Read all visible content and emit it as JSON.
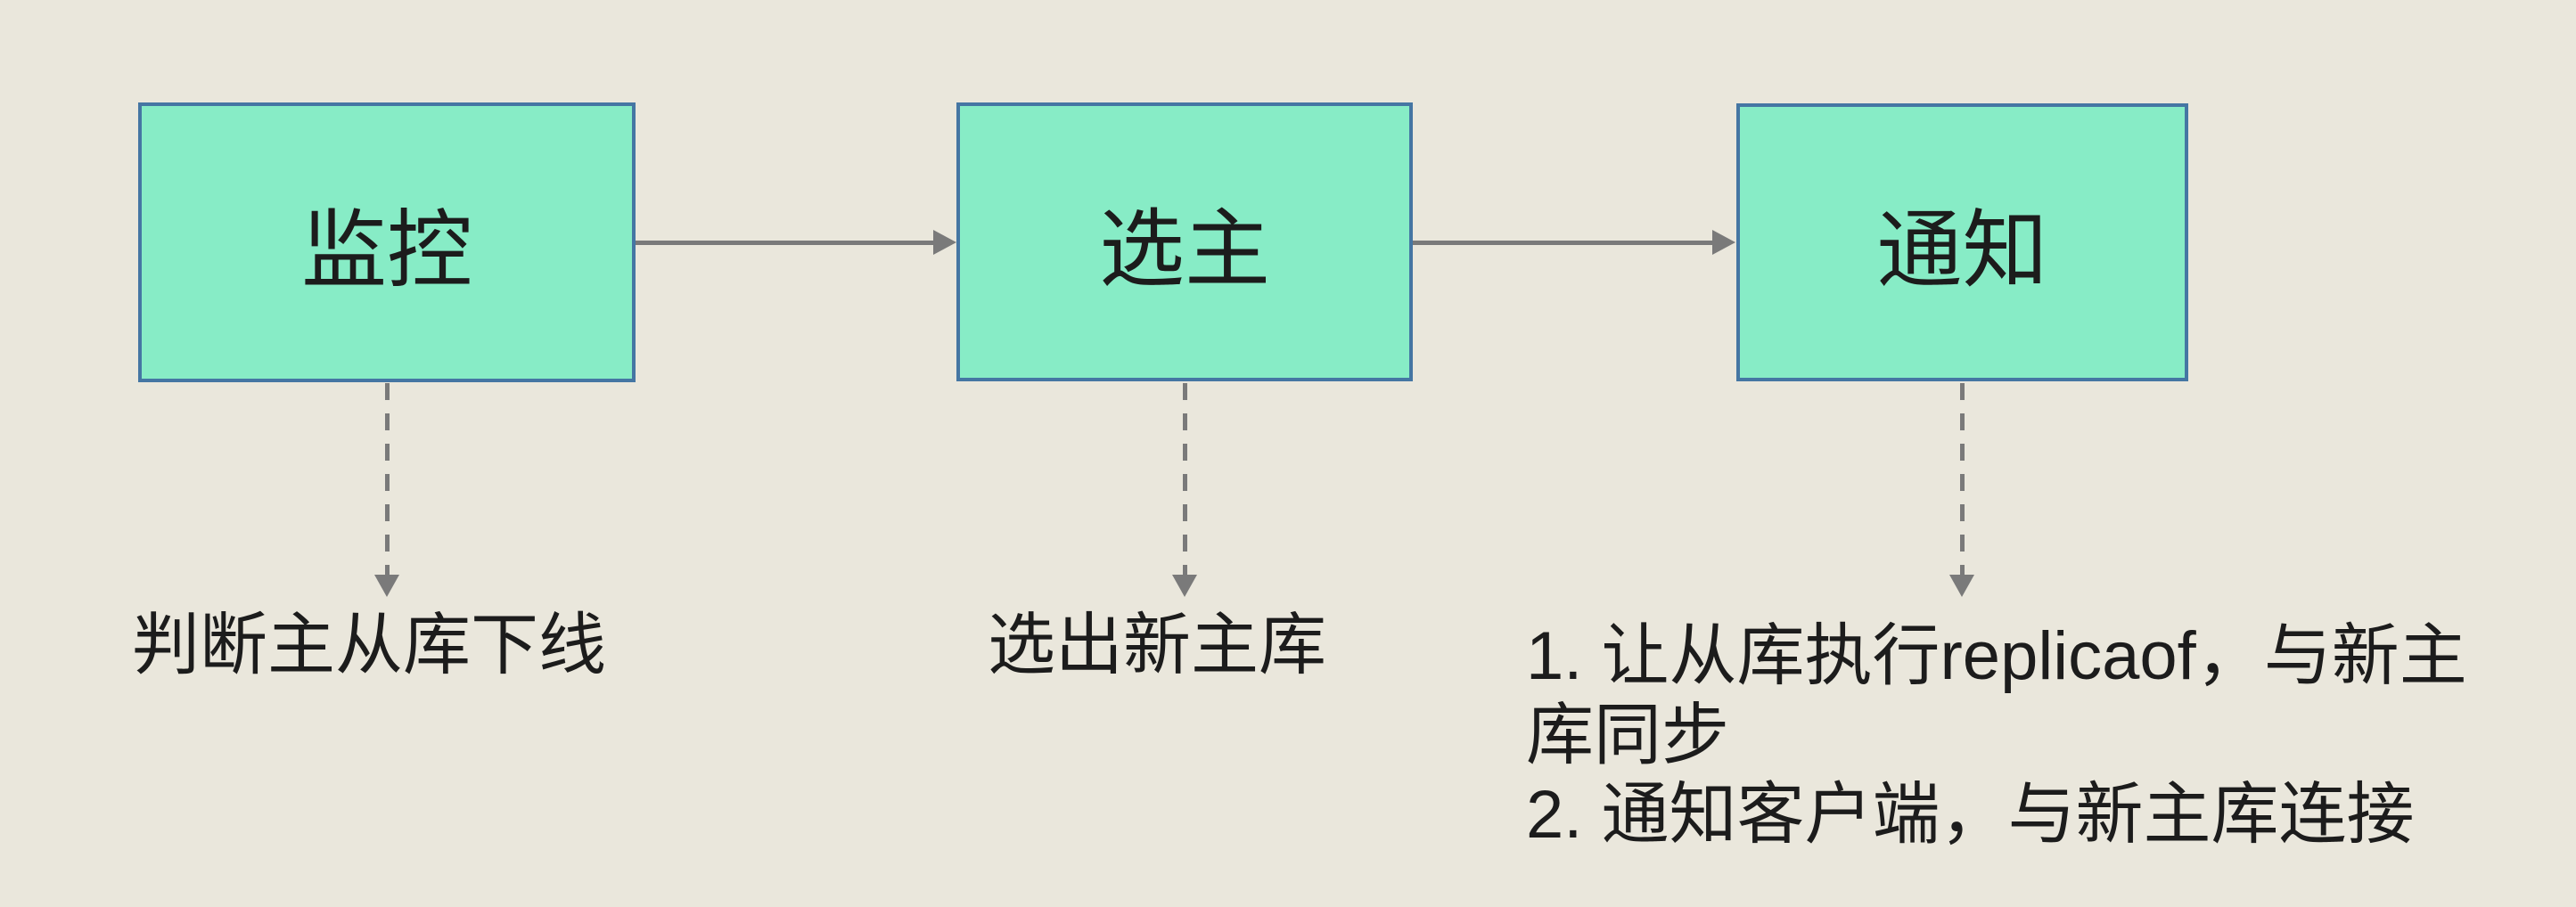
{
  "colors": {
    "background": "#eae7dc",
    "box_fill": "#87ecc6",
    "box_border": "#4576a3",
    "arrow": "#7a7a7a",
    "text": "#1c1c1c"
  },
  "boxes": [
    {
      "label": "监控"
    },
    {
      "label": "选主"
    },
    {
      "label": "通知"
    }
  ],
  "captions": {
    "monitor": "判断主从库下线",
    "elect": "选出新主库",
    "notify_lines": [
      "1. 让从库执行replicaof，与新主",
      "库同步",
      "2. 通知客户端，与新主库连接"
    ]
  }
}
